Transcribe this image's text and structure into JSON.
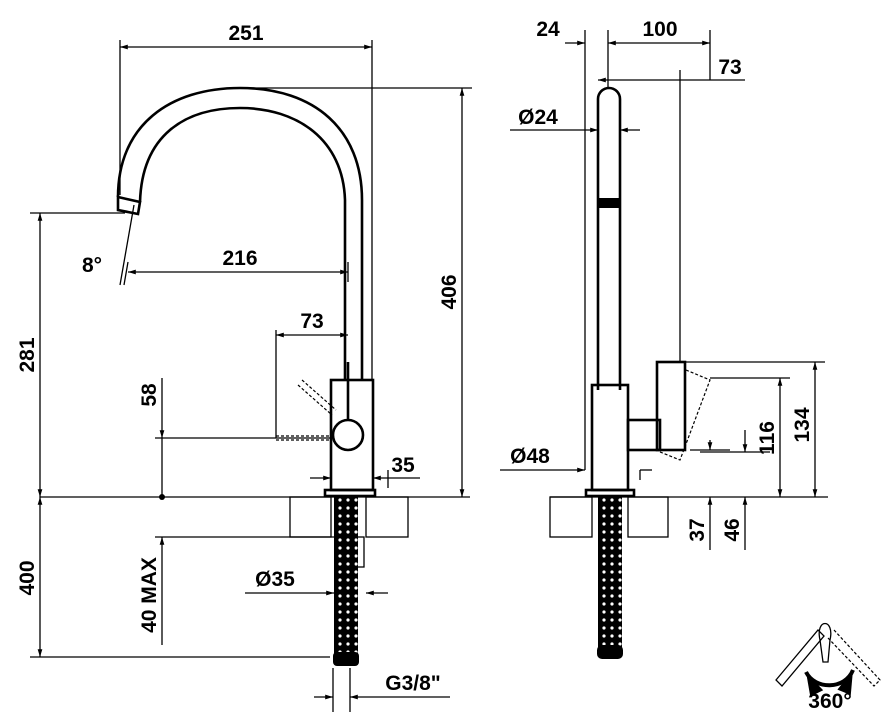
{
  "colors": {
    "ink": "#000000",
    "background": "#ffffff"
  },
  "front_view": {
    "dim_overall_reach": "251",
    "dim_spout_reach": "216",
    "dim_spout_angle": "8°",
    "dim_lever_reach": "73",
    "dim_lever_height": "58",
    "dim_spout_height": "281",
    "dim_total_height": "406",
    "dim_body_diameter": "35",
    "dim_hose_length": "400",
    "dim_max_counter": "40 MAX",
    "dim_hole_diameter": "Ø35",
    "dim_connection": "G3/8\""
  },
  "side_view": {
    "dim_offset": "24",
    "dim_width": "100",
    "dim_lever": "73",
    "dim_spout_diameter": "Ø24",
    "dim_body_diameter": "Ø48",
    "dim_116": "116",
    "dim_134": "134",
    "dim_37": "37",
    "dim_46": "46"
  },
  "rotation_label": "360°"
}
